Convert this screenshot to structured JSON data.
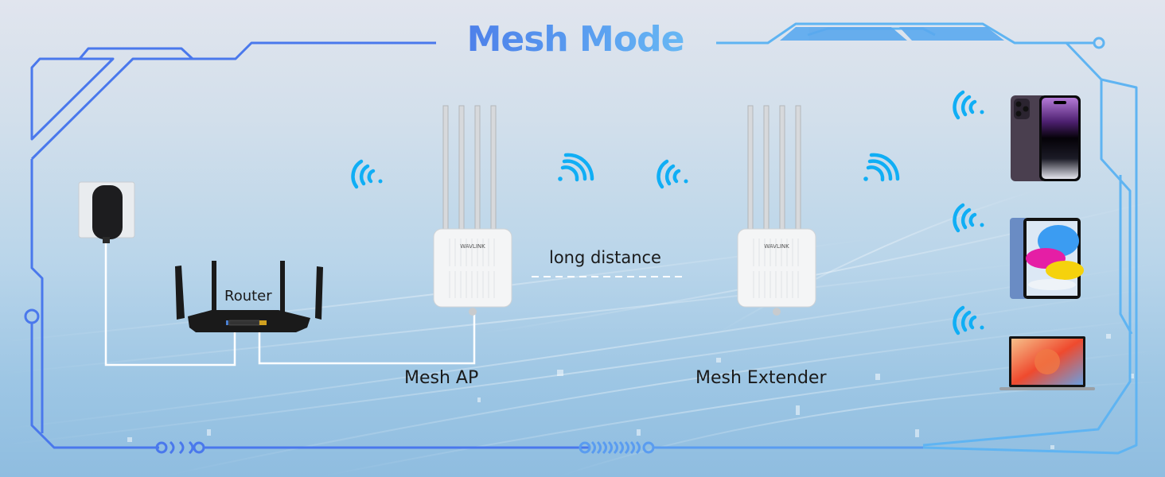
{
  "diagram": {
    "title": "Mesh Mode",
    "nodes": [
      {
        "id": "power_adapter",
        "label": "",
        "icon": "power-adapter-icon"
      },
      {
        "id": "router",
        "label": "Router",
        "icon": "router-icon"
      },
      {
        "id": "mesh_ap",
        "label": "Mesh AP",
        "icon": "outdoor-access-point-icon",
        "brand": "WAVLINK"
      },
      {
        "id": "mesh_extender",
        "label": "Mesh Extender",
        "icon": "outdoor-access-point-icon",
        "brand": "WAVLINK"
      },
      {
        "id": "smartphone",
        "label": "",
        "icon": "smartphone-icon"
      },
      {
        "id": "tablet",
        "label": "",
        "icon": "tablet-icon"
      },
      {
        "id": "laptop",
        "label": "",
        "icon": "laptop-icon"
      }
    ],
    "links": [
      {
        "from": "power_adapter",
        "to": "router",
        "type": "cable"
      },
      {
        "from": "router",
        "to": "mesh_ap",
        "type": "cable"
      },
      {
        "from": "mesh_ap",
        "to": "mesh_extender",
        "type": "wireless",
        "label": "long distance"
      },
      {
        "from": "mesh_extender",
        "to": "smartphone",
        "type": "wireless"
      },
      {
        "from": "mesh_extender",
        "to": "tablet",
        "type": "wireless"
      },
      {
        "from": "mesh_extender",
        "to": "laptop",
        "type": "wireless"
      }
    ],
    "link_label": "long distance"
  },
  "colors": {
    "frame_left": "#4a78ec",
    "frame_right": "#5fb4f2",
    "wifi_signal": "#10aef5",
    "title_start": "#4a78e8",
    "title_end": "#6cc0f5",
    "cable": "#ffffff"
  }
}
